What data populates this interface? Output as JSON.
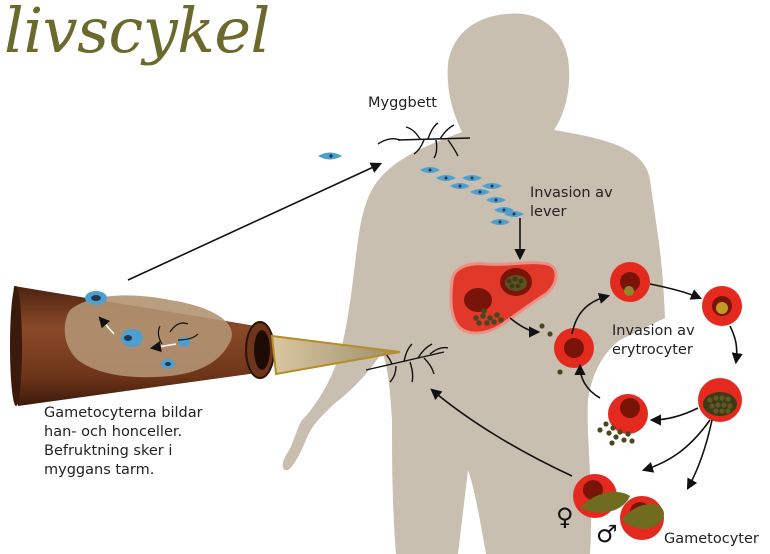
{
  "title": "livscykel",
  "labels": {
    "mosquito_bite": "Myggbett",
    "liver_invasion": "Invasion av\nlever",
    "erythrocyte_invasion": "Invasion av\nerytrocyter",
    "gametocytes": "Gametocyter",
    "gut_note": "Gametocyterna bildar\nhan- och honceller.\nBefruktning sker i\nmyggans tarm."
  },
  "symbols": {
    "female": "♀",
    "male": "♂"
  },
  "colors": {
    "body": "#c8bfb0",
    "title": "#6b6a2c",
    "cell_red": "#e42a1f",
    "cell_core": "#7a1408",
    "parasite": "#4e9fce",
    "tube": "#7b3f22",
    "gametocyte": "#6f6c1f"
  }
}
